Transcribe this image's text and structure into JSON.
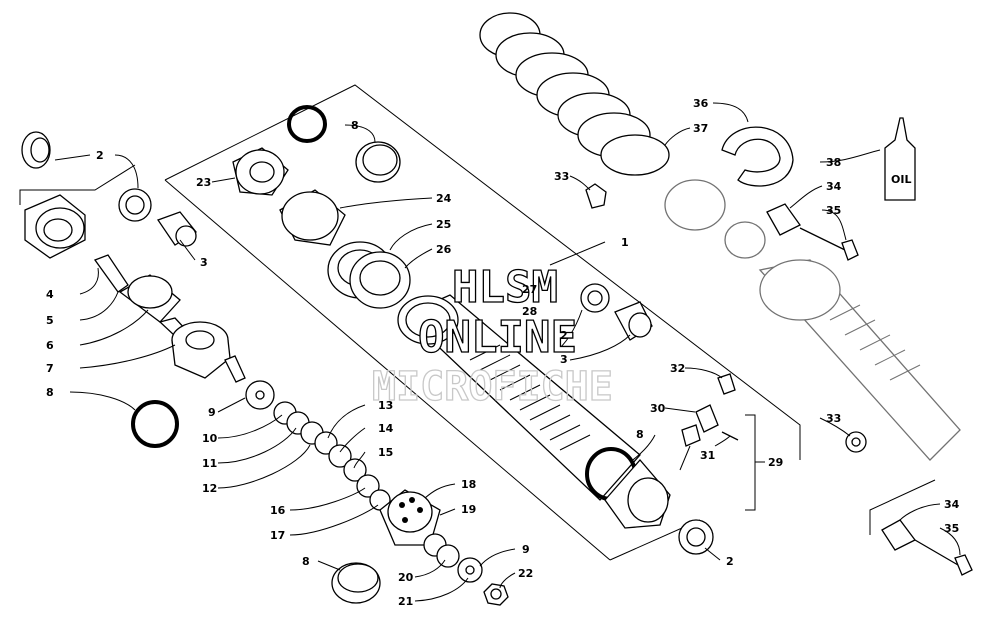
{
  "watermark": {
    "line1": "HLSM",
    "line2": "ONLINE",
    "line3": "MICROFICHE"
  },
  "oil_label": "OIL",
  "callouts": [
    {
      "id": "c2a",
      "text": "2"
    },
    {
      "id": "c3a",
      "text": "3"
    },
    {
      "id": "c4",
      "text": "4"
    },
    {
      "id": "c5",
      "text": "5"
    },
    {
      "id": "c6",
      "text": "6"
    },
    {
      "id": "c7",
      "text": "7"
    },
    {
      "id": "c8a",
      "text": "8"
    },
    {
      "id": "c9a",
      "text": "9"
    },
    {
      "id": "c10",
      "text": "10"
    },
    {
      "id": "c11",
      "text": "11"
    },
    {
      "id": "c12",
      "text": "12"
    },
    {
      "id": "c13",
      "text": "13"
    },
    {
      "id": "c14",
      "text": "14"
    },
    {
      "id": "c15",
      "text": "15"
    },
    {
      "id": "c16",
      "text": "16"
    },
    {
      "id": "c17",
      "text": "17"
    },
    {
      "id": "c18",
      "text": "18"
    },
    {
      "id": "c19",
      "text": "19"
    },
    {
      "id": "c8b",
      "text": "8"
    },
    {
      "id": "c20",
      "text": "20"
    },
    {
      "id": "c21",
      "text": "21"
    },
    {
      "id": "c9b",
      "text": "9"
    },
    {
      "id": "c22",
      "text": "22"
    },
    {
      "id": "c8c",
      "text": "8"
    },
    {
      "id": "c23",
      "text": "23"
    },
    {
      "id": "c24",
      "text": "24"
    },
    {
      "id": "c25",
      "text": "25"
    },
    {
      "id": "c26",
      "text": "26"
    },
    {
      "id": "c27",
      "text": "27"
    },
    {
      "id": "c28",
      "text": "28"
    },
    {
      "id": "c2b",
      "text": "2"
    },
    {
      "id": "c3b",
      "text": "3"
    },
    {
      "id": "c1",
      "text": "1"
    },
    {
      "id": "c8d",
      "text": "8"
    },
    {
      "id": "c2c",
      "text": "2"
    },
    {
      "id": "c32",
      "text": "32"
    },
    {
      "id": "c30",
      "text": "30"
    },
    {
      "id": "c31",
      "text": "31"
    },
    {
      "id": "c29",
      "text": "29"
    },
    {
      "id": "c36",
      "text": "36"
    },
    {
      "id": "c37",
      "text": "37"
    },
    {
      "id": "c33a",
      "text": "33"
    },
    {
      "id": "c38",
      "text": "38"
    },
    {
      "id": "c34a",
      "text": "34"
    },
    {
      "id": "c35a",
      "text": "35"
    },
    {
      "id": "c33b",
      "text": "33"
    },
    {
      "id": "c34b",
      "text": "34"
    },
    {
      "id": "c35b",
      "text": "35"
    }
  ]
}
